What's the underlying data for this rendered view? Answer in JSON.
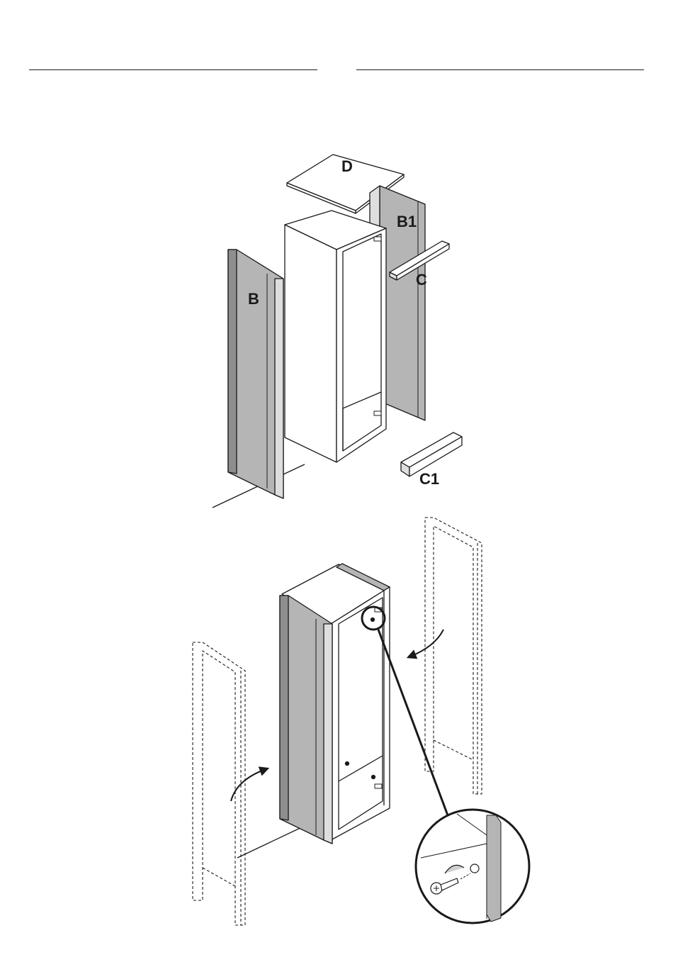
{
  "labels": {
    "panel_top": "D",
    "panel_left": "B",
    "panel_right": "B1",
    "rail_top": "C",
    "rail_bottom": "C1"
  },
  "colors": {
    "line": "#1a1a1a",
    "panel_fill": "#b5b5b5",
    "panel_edge": "#dedede",
    "background": "#ffffff"
  },
  "icons": [
    "rotate-arrow-icon",
    "screw-icon",
    "magnifier-callout"
  ]
}
